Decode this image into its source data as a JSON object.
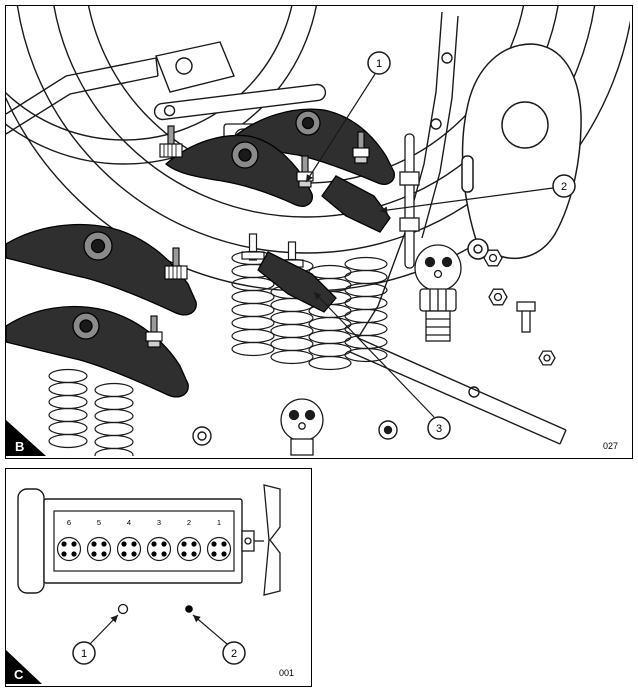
{
  "colors": {
    "line": "#1a1a1a",
    "panel_border": "#000000",
    "label_bg": "#000000",
    "label_fg": "#ffffff",
    "dark_part": "#2f2f2f"
  },
  "figure_b": {
    "panel_label": "B",
    "figure_code": "027",
    "subject": "rocker-arm-and-valve-train-illustration",
    "callouts": [
      {
        "n": "1"
      },
      {
        "n": "2"
      },
      {
        "n": "3"
      }
    ]
  },
  "figure_c": {
    "panel_label": "C",
    "figure_code": "001",
    "subject": "cylinder-numbering-schematic",
    "cylinder_numbers": [
      "6",
      "5",
      "4",
      "3",
      "2",
      "1"
    ],
    "callouts": [
      {
        "n": "1",
        "marker": "open-circle"
      },
      {
        "n": "2",
        "marker": "filled-dot"
      }
    ]
  }
}
